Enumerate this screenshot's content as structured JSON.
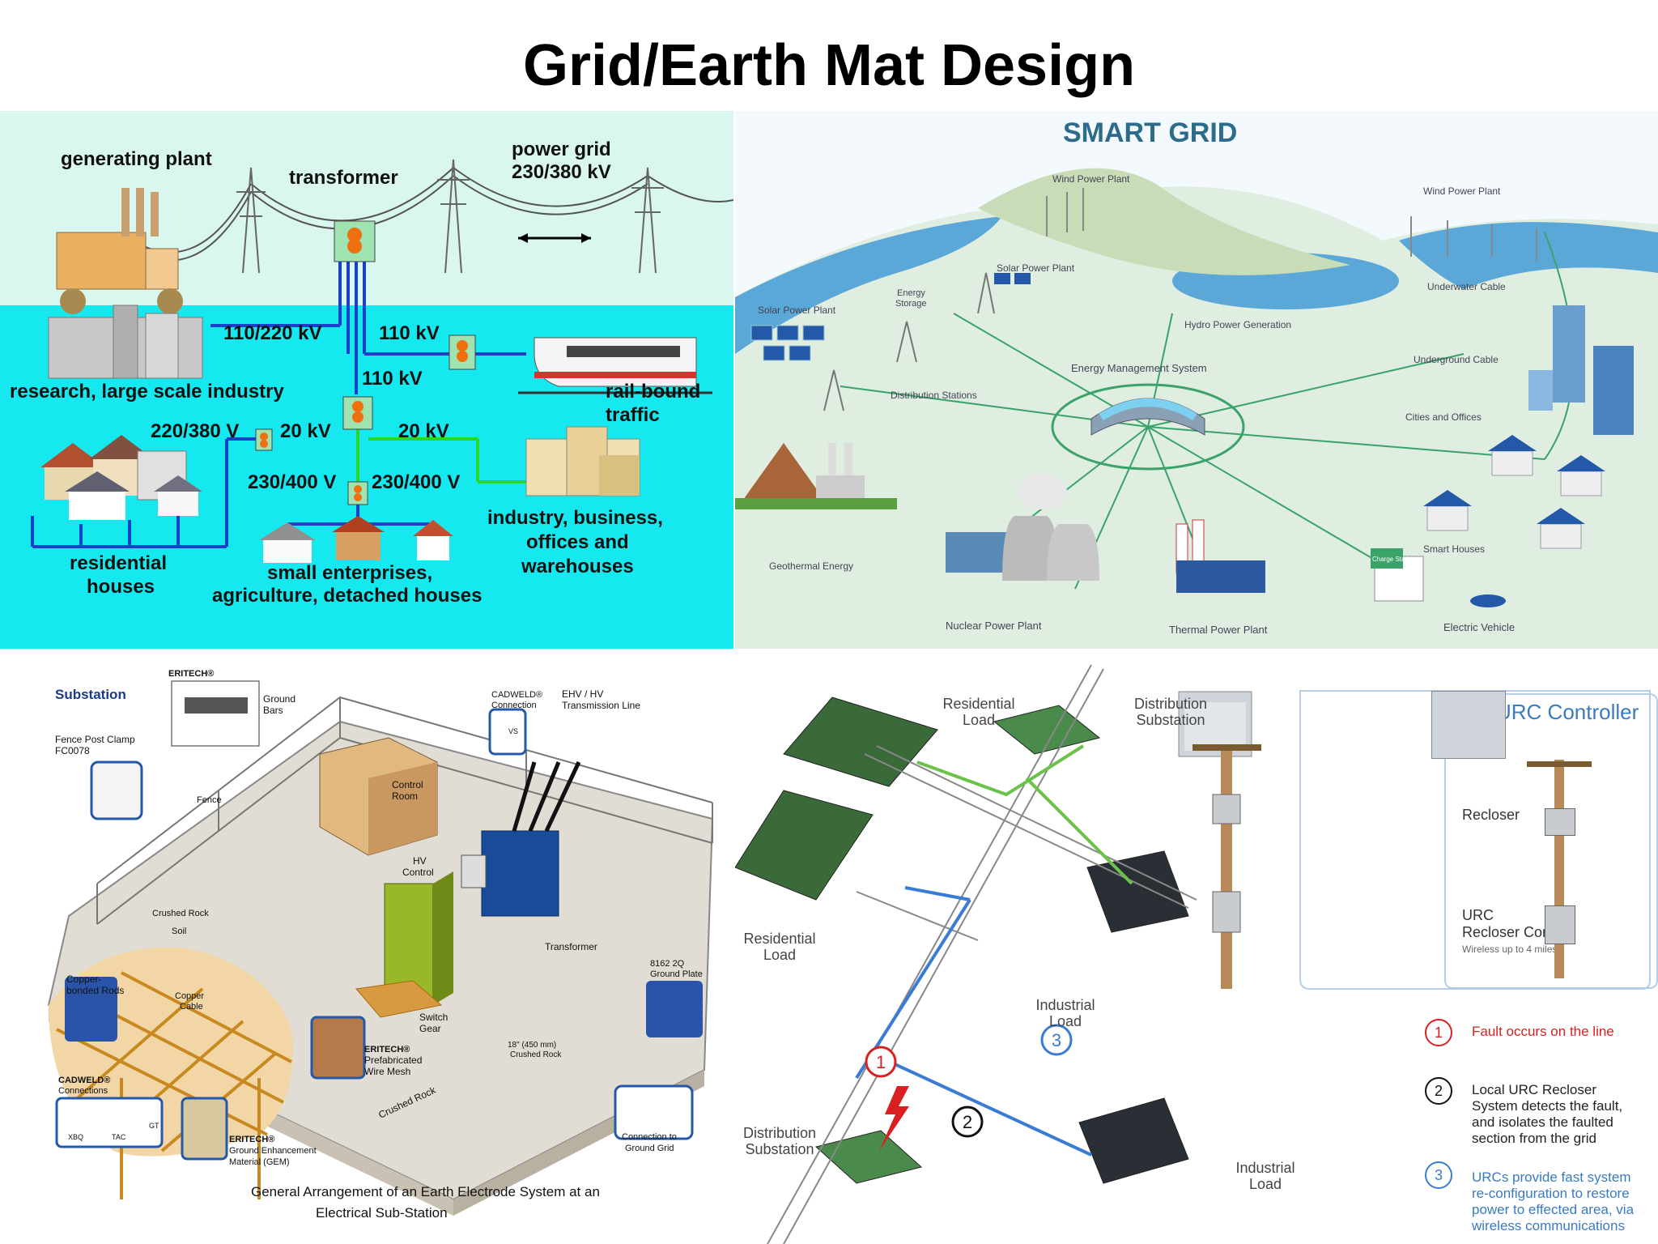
{
  "title": "Grid/Earth Mat Design",
  "panel_tl": {
    "generating_plant": "generating plant",
    "transformer": "transformer",
    "power_grid_line1": "power grid",
    "power_grid_line2": "230/380 kV",
    "v_110_220": "110/220 kV",
    "v_110_right": "110 kV",
    "v_110_mid": "110 kV",
    "research_industry": "research, large scale industry",
    "rail_line1": "rail-bound",
    "rail_line2": "traffic",
    "v_220_380": "220/380 V",
    "v_20_left": "20 kV",
    "v_20_right": "20 kV",
    "v_230_400_left": "230/400 V",
    "v_230_400_right": "230/400 V",
    "residential_line1": "residential",
    "residential_line2": "houses",
    "small_ent_line1": "small enterprises,",
    "small_ent_line2": "agriculture, detached houses",
    "industry_line1": "industry, business,",
    "industry_line2": "offices and",
    "industry_line3": "warehouses"
  },
  "panel_tr": {
    "heading": "SMART GRID",
    "wind1": "Wind Power Plant",
    "wind2": "Wind Power Plant",
    "solar1": "Solar Power Plant",
    "solar2": "Solar Power Plant",
    "energy_storage_1": "Energy",
    "energy_storage_2": "Storage",
    "underwater": "Underwater Cable",
    "hydro": "Hydro Power Generation",
    "underground": "Underground Cable",
    "ems": "Energy Management System",
    "distribution": "Distribution Stations",
    "cities": "Cities and Offices",
    "geothermal": "Geothermal Energy",
    "smart_houses": "Smart Houses",
    "nuclear": "Nuclear Power Plant",
    "thermal": "Thermal Power Plant",
    "ev": "Electric Vehicle",
    "charge": "Charge Station"
  },
  "panel_bl": {
    "substation": "Substation",
    "eritech_top": "ERITECH®",
    "ground_bars_1": "Ground",
    "ground_bars_2": "Bars",
    "fence_clamp_1": "Fence Post Clamp",
    "fence_clamp_2": "FC0078",
    "cadweld_conn_1": "CADWELD®",
    "cadweld_conn_2": "Connection",
    "ehv_1": "EHV / HV",
    "ehv_2": "Transmission Line",
    "fence": "Fence",
    "control_room_1": "Control",
    "control_room_2": "Room",
    "hv_control_1": "HV",
    "hv_control_2": "Control",
    "crushed_rock": "Crushed Rock",
    "soil": "Soil",
    "transformer": "Transformer",
    "plate_1": "8162 2Q",
    "plate_2": "Ground Plate",
    "copper_rods_1": "Copper-",
    "copper_rods_2": "bonded Rods",
    "copper_cable_1": "Copper",
    "copper_cable_2": "Cable",
    "switch_gear_1": "Switch",
    "switch_gear_2": "Gear",
    "mesh_1": "ERITECH®",
    "mesh_2": "Prefabricated",
    "mesh_3": "Wire Mesh",
    "depth_1": "18\" (450 mm)",
    "depth_2": "Crushed Rock",
    "cadweld_conns_1": "CADWELD®",
    "cadweld_conns_2": "Connections",
    "xbq": "XBQ",
    "tac": "TAC",
    "gt": "GT",
    "vs": "VS",
    "gem_1": "ERITECH®",
    "gem_2": "Ground Enhancement",
    "gem_3": "Material (GEM)",
    "crushed_rock_edge": "Crushed Rock",
    "connection_1": "Connection to",
    "connection_2": "Ground Grid",
    "caption_1": "General Arrangement of an Earth Electrode System at an",
    "caption_2": "Electrical  Sub-Station"
  },
  "panel_br": {
    "res_load_top_1": "Residential",
    "res_load_top_2": "Load",
    "dist_sub_top_1": "Distribution",
    "dist_sub_top_2": "Substation",
    "res_load_left_1": "Residential",
    "res_load_left_2": "Load",
    "ind_load_right_1": "Industrial",
    "ind_load_right_2": "Load",
    "dist_sub_bottom_1": "Distribution",
    "dist_sub_bottom_2": "Substation",
    "ind_load_bottom_1": "Industrial",
    "ind_load_bottom_2": "Load",
    "urc_controller": "URC Controller",
    "recloser": "Recloser",
    "urc_1": "URC",
    "urc_2": "Recloser Control",
    "urc_3": "Wireless up to 4 miles",
    "step1_num": "1",
    "step1_text": "Fault occurs on the line",
    "step2_num": "2",
    "step2_l1": "Local URC Recloser",
    "step2_l2": "System detects the fault,",
    "step2_l3": "and isolates the faulted",
    "step2_l4": "section from the grid",
    "step3_num": "3",
    "step3_l1": "URCs provide fast system",
    "step3_l2": "re-configuration to restore",
    "step3_l3": "power to effected area, via",
    "step3_l4": "wireless communications",
    "map_num1": "1",
    "map_num2": "2",
    "map_num3": "3"
  },
  "colors": {
    "tl_sky": "#d9f7ef",
    "tl_ground": "#15e9ef",
    "blue_line": "#1a3fc8",
    "green_line": "#2bd52b",
    "smart_heading": "#2d6b8a",
    "gravel": "#e8e4dc",
    "red": "#d92020",
    "dark_blue_text": "#3a7bc0"
  }
}
